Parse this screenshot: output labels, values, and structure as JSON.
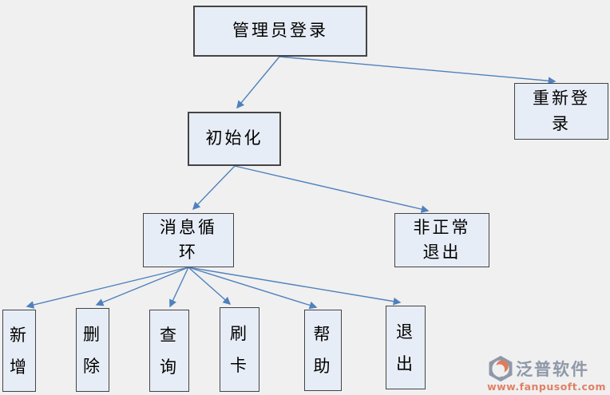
{
  "colors": {
    "background": "#f0f0f0",
    "node_fill": "#e7edf6",
    "node_border": "#444444",
    "arrow": "#4f81bd",
    "brand_gray": "#8e98a8",
    "brand_orange": "#e08066"
  },
  "diagram": {
    "nodes": {
      "admin_login": {
        "label": "管理员登录"
      },
      "re_login": {
        "label": "重新登\n录"
      },
      "init": {
        "label": "初始化"
      },
      "msg_loop": {
        "label": "消息循\n环"
      },
      "abnormal_exit": {
        "label": "非正常\n退出"
      },
      "add": {
        "label": "新\n增"
      },
      "delete": {
        "label": "删\n除"
      },
      "query": {
        "label": "查\n询"
      },
      "swipe_card": {
        "label": "刷\n卡"
      },
      "help": {
        "label": "帮\n助"
      },
      "exit": {
        "label": "退\n出"
      }
    },
    "edges": [
      {
        "from": "admin_login",
        "to": "init"
      },
      {
        "from": "admin_login",
        "to": "re_login"
      },
      {
        "from": "init",
        "to": "msg_loop"
      },
      {
        "from": "init",
        "to": "abnormal_exit"
      },
      {
        "from": "msg_loop",
        "to": "add"
      },
      {
        "from": "msg_loop",
        "to": "delete"
      },
      {
        "from": "msg_loop",
        "to": "query"
      },
      {
        "from": "msg_loop",
        "to": "swipe_card"
      },
      {
        "from": "msg_loop",
        "to": "help"
      },
      {
        "from": "msg_loop",
        "to": "exit"
      }
    ]
  },
  "watermark": {
    "brand": "泛普软件",
    "url": "www.fanpusoft.com"
  }
}
